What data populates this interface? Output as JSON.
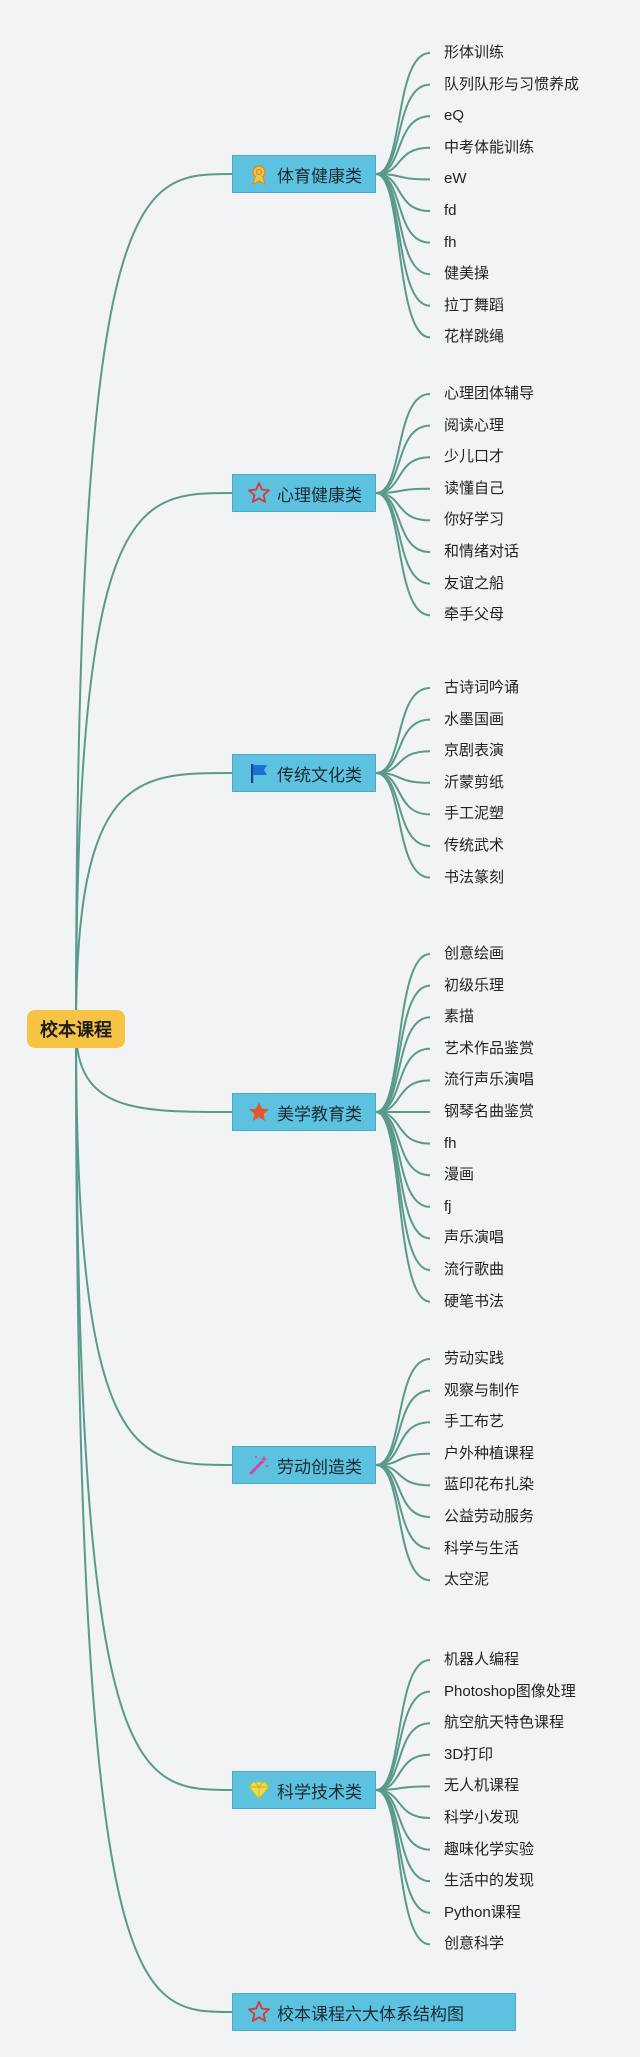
{
  "root": {
    "label": "校本课程"
  },
  "categories": [
    {
      "label": "体育健康类",
      "icon": "medal-icon",
      "items": [
        "形体训练",
        "队列队形与习惯养成",
        "eQ",
        "中考体能训练",
        "eW",
        "fd",
        "fh",
        "健美操",
        "拉丁舞蹈",
        "花样跳绳"
      ]
    },
    {
      "label": "心理健康类",
      "icon": "star-outline-icon",
      "items": [
        "心理团体辅导",
        "阅读心理",
        "少儿口才",
        "读懂自己",
        "你好学习",
        "和情绪对话",
        "友谊之船",
        "牵手父母"
      ]
    },
    {
      "label": "传统文化类",
      "icon": "flag-icon",
      "items": [
        "古诗词吟诵",
        "水墨国画",
        "京剧表演",
        "沂蒙剪纸",
        "手工泥塑",
        "传统武术",
        "书法篆刻"
      ]
    },
    {
      "label": "美学教育类",
      "icon": "star-filled-icon",
      "items": [
        "创意绘画",
        "初级乐理",
        "素描",
        "艺术作品鉴赏",
        "流行声乐演唱",
        "钢琴名曲鉴赏",
        "fh",
        "漫画",
        "fj",
        "声乐演唱",
        "流行歌曲",
        "硬笔书法"
      ]
    },
    {
      "label": "劳动创造类",
      "icon": "magic-wand-icon",
      "items": [
        "劳动实践",
        "观察与制作",
        "手工布艺",
        "户外种植课程",
        "蓝印花布扎染",
        "公益劳动服务",
        "科学与生活",
        "太空泥"
      ]
    },
    {
      "label": "科学技术类",
      "icon": "diamond-icon",
      "items": [
        "机器人编程",
        "Photoshop图像处理",
        "航空航天特色课程",
        "3D打印",
        "无人机课程",
        "科学小发现",
        "趣味化学实验",
        "生活中的发现",
        "Python课程",
        "创意科学"
      ]
    },
    {
      "label": "校本课程六大体系结构图",
      "icon": "star-outline-icon",
      "items": []
    }
  ],
  "colors": {
    "root": "#f7c343",
    "category": "#5cc2df",
    "link": "#5a9a8c",
    "background": "#f2f3f5"
  }
}
